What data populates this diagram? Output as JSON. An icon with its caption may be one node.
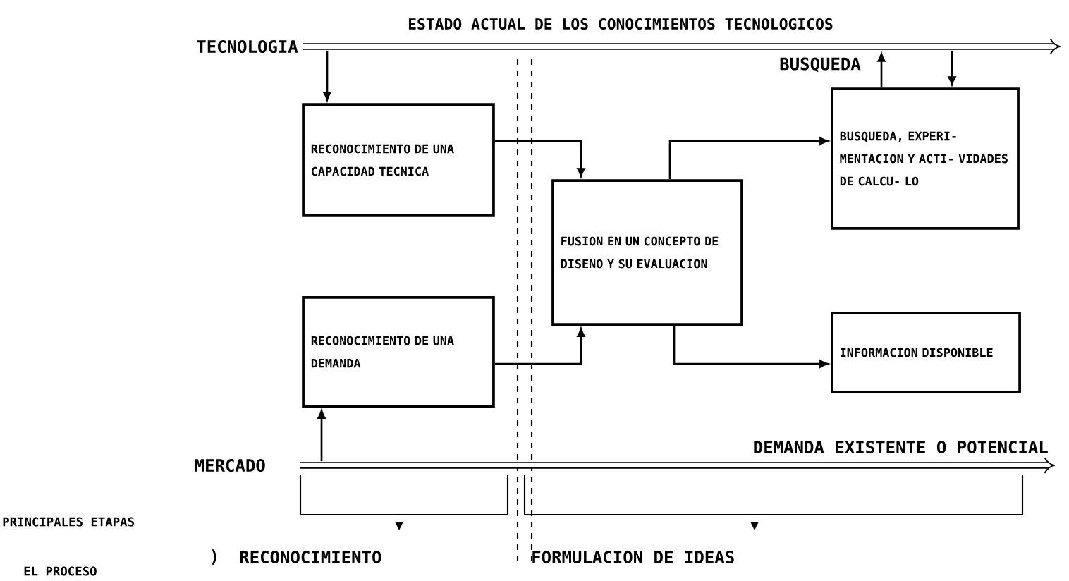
{
  "diagram": {
    "nodes": [
      {
        "text": [],
        "shape": "bar",
        "beside": [
          "ESTADO ACTUAL DE LOS CONOCIMIENTOS TECNOLOGICOS",
          "TECNOLOGIA"
        ]
      },
      {
        "text": [
          "RECONOCIMIENTO DE UNA CAPACIDAD TECNICA"
        ]
      },
      {
        "text": [
          "FUSION EN UN CONCEPTO DE DISENO Y SU EVALUACION"
        ]
      },
      {
        "text": [
          "BUSQUEDA, EXPERI- MENTACION Y ACTI- VIDADES DE CALCU- LO"
        ]
      },
      {
        "text": [
          "RECONOCIMIENTO DE UNA DEMANDA"
        ]
      },
      {
        "text": [
          "INFORMACION DISPONIBLE"
        ]
      },
      {
        "text": [],
        "shape": "bar",
        "beside": [
          "DEMANDA EXISTENTE O POTENCIAL",
          "MERCADO"
        ]
      }
    ],
    "edges": [
      {
        "from": 0,
        "to": 1,
        "arrow": "to"
      },
      {
        "from": 1,
        "to": 2,
        "arrow": "to"
      },
      {
        "from": 2,
        "to": 3,
        "arrow": "to"
      },
      {
        "from": 3,
        "to": 0,
        "arrow": "to"
      },
      {
        "from": 0,
        "to": 3,
        "arrow": "to"
      },
      {
        "from": 6,
        "to": 4,
        "arrow": "to"
      },
      {
        "from": 4,
        "to": 2,
        "arrow": "to"
      },
      {
        "from": 2,
        "to": 5,
        "arrow": "to"
      }
    ],
    "labels": [
      "BUSQUEDA",
      "PRINCIPALES ETAPAS",
      ")",
      "RECONOCIMIENTO",
      "FORMULACION DE IDEAS",
      "EL PROCESO"
    ]
  }
}
